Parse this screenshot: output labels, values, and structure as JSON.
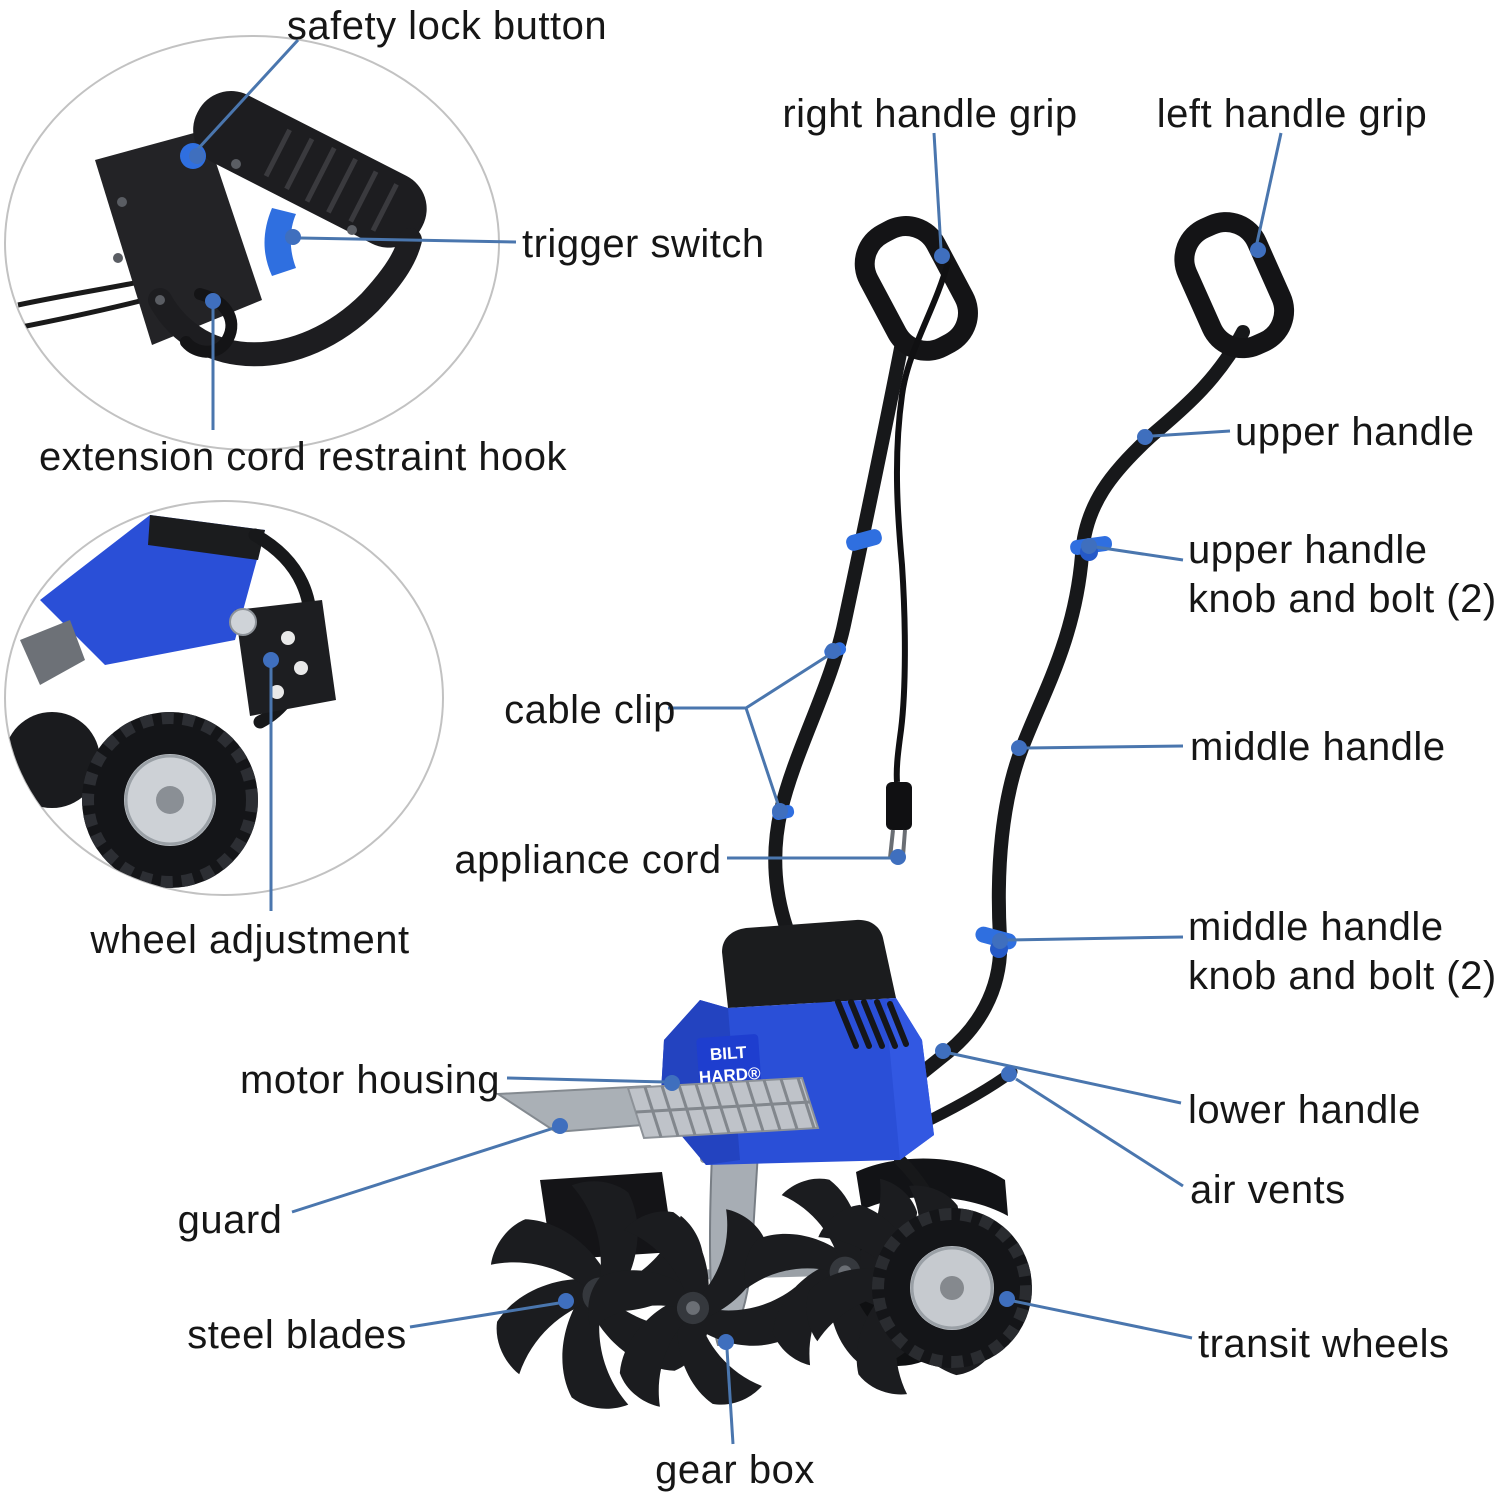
{
  "brand": {
    "line1": "BILT",
    "line2": "HARD®"
  },
  "labels": {
    "safety_lock_button": "safety lock button",
    "trigger_switch": "trigger switch",
    "extension_cord_restraint_hook": "extension cord restraint hook",
    "right_handle_grip": "right handle grip",
    "left_handle_grip": "left handle grip",
    "upper_handle": "upper handle",
    "upper_handle_knob_and_bolt": "upper handle knob and bolt (2)",
    "cable_clip": "cable clip",
    "middle_handle": "middle handle",
    "appliance_cord": "appliance cord",
    "middle_handle_knob_and_bolt": "middle handle knob and bolt (2)",
    "wheel_adjustment": "wheel adjustment",
    "motor_housing": "motor housing",
    "lower_handle": "lower handle",
    "air_vents": "air vents",
    "guard": "guard",
    "steel_blades": "steel blades",
    "transit_wheels": "transit wheels",
    "gear_box": "gear box"
  },
  "colors": {
    "label_text": "#161616",
    "leader_line": "#4a76ae",
    "callout_dot": "#3f6fbe",
    "machine_blue": "#2a4fd7",
    "accent_blue": "#2f6fe0",
    "machine_black": "#17181a"
  }
}
